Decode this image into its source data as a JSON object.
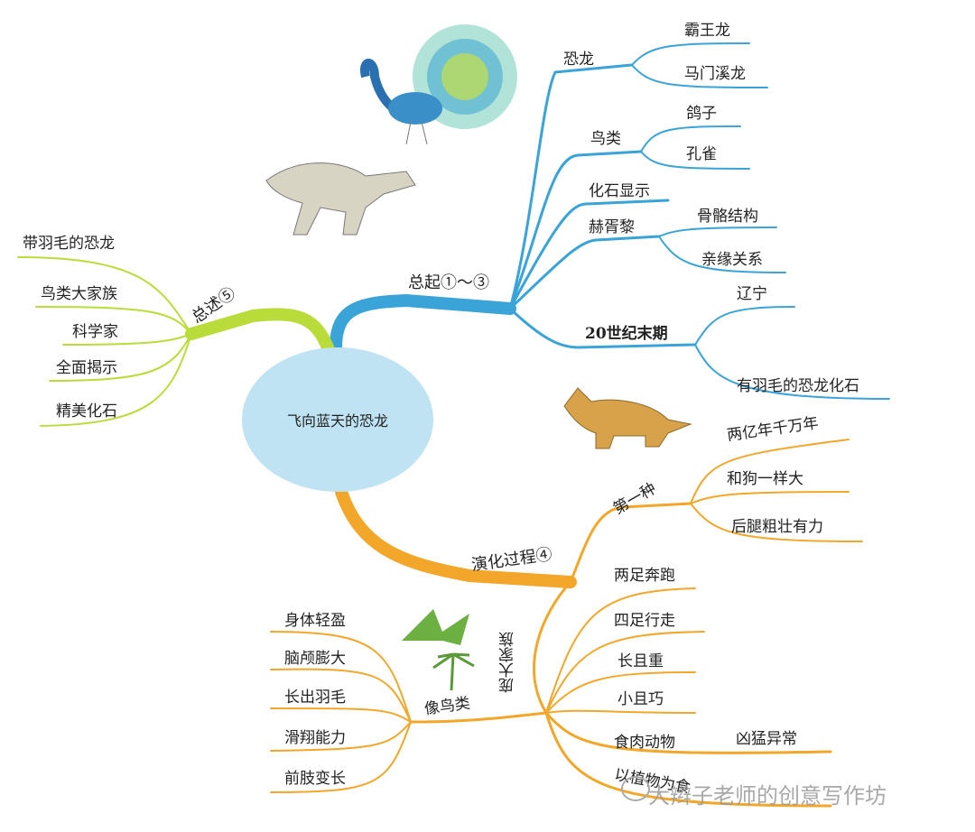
{
  "center": {
    "title": "飞向蓝天的恐龙"
  },
  "colors": {
    "blue": "#3aa3d8",
    "green": "#b9dc3a",
    "orange": "#f2a72a",
    "center_fill": "#bfe3f3"
  },
  "blue_branch": {
    "label": "总起①～③",
    "children": [
      {
        "label": "恐龙",
        "children": [
          "霸王龙",
          "马门溪龙"
        ]
      },
      {
        "label": "鸟类",
        "children": [
          "鸽子",
          "孔雀"
        ]
      },
      {
        "label": "化石显示",
        "children": []
      },
      {
        "label": "赫胥黎",
        "children": [
          "骨骼结构",
          "亲缘关系"
        ]
      },
      {
        "label": "20世纪末期",
        "children": [
          "辽宁",
          "有羽毛的恐龙化石"
        ]
      }
    ]
  },
  "green_branch": {
    "label": "总述⑤",
    "children": [
      "带羽毛的恐龙",
      "鸟类大家族",
      "科学家",
      "全面揭示",
      "精美化石"
    ]
  },
  "orange_branch": {
    "label": "演化过程④",
    "first": {
      "label": "第一种",
      "children": [
        "两亿年千万年",
        "和狗一样大",
        "后腿粗壮有力"
      ]
    },
    "family": {
      "label": "庞大家族",
      "children": [
        "两足奔跑",
        "四足行走",
        "长且重",
        "小且巧",
        "食肉动物",
        "以植物为食"
      ],
      "carnivore_child": "凶猛异常"
    },
    "birdlike": {
      "label": "像鸟类",
      "children": [
        "身体轻盈",
        "脑颅膨大",
        "长出羽毛",
        "滑翔能力",
        "前肢变长"
      ]
    }
  },
  "illustrations": [
    "peacock",
    "tyrannosaurus",
    "triceratops",
    "pterosaur"
  ],
  "watermark": "大辫子老师的创意写作坊"
}
